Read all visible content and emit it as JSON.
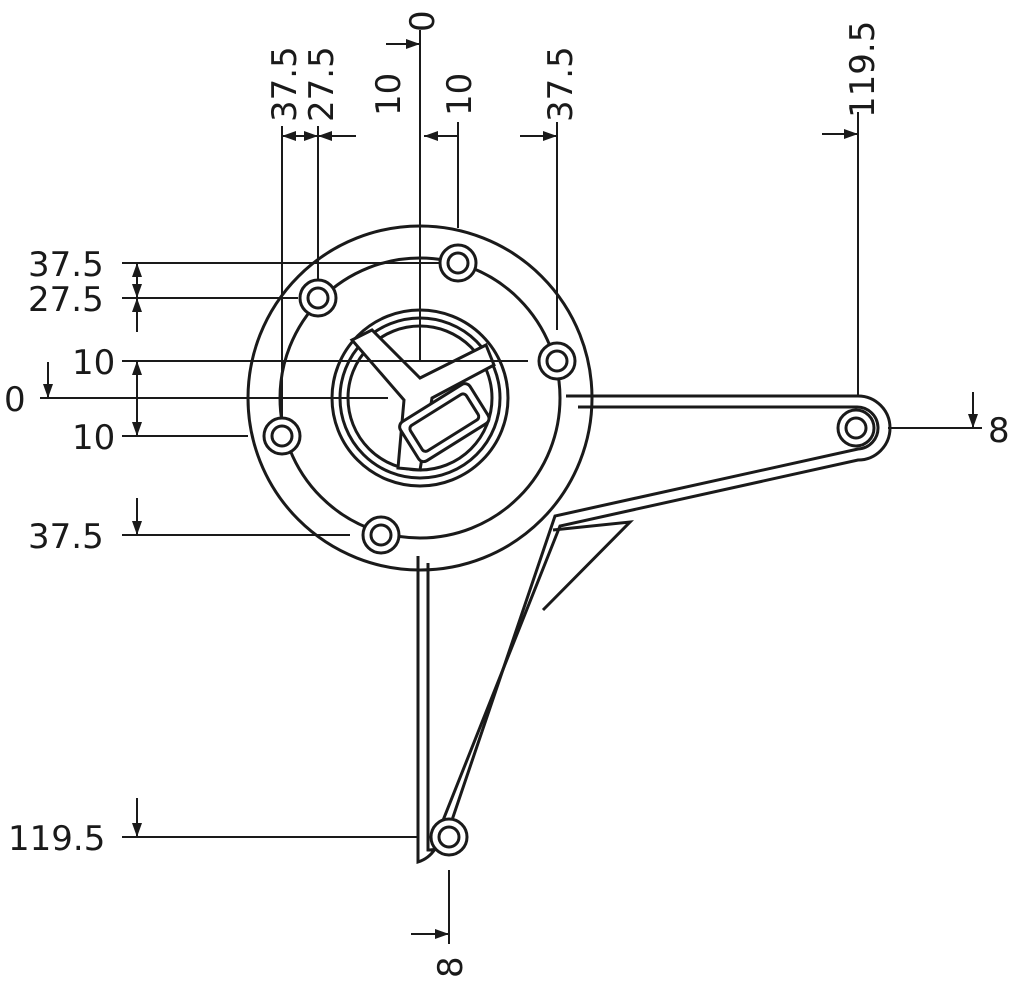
{
  "dimensions": {
    "top": {
      "x_neg_37_5": "37.5",
      "x_neg_27_5": "27.5",
      "x_neg_10": "10",
      "x_zero": "0",
      "x_pos_10": "10",
      "x_pos_37_5": "37.5",
      "x_pos_119_5": "119.5"
    },
    "left": {
      "y_neg_37_5": "37.5",
      "y_neg_27_5": "27.5",
      "y_neg_10": "10",
      "y_zero": "0",
      "y_pos_10": "10",
      "y_pos_37_5": "37.5",
      "y_pos_119_5": "119.5"
    },
    "right_tip_offset": "8",
    "bottom_tip_offset": "8"
  }
}
